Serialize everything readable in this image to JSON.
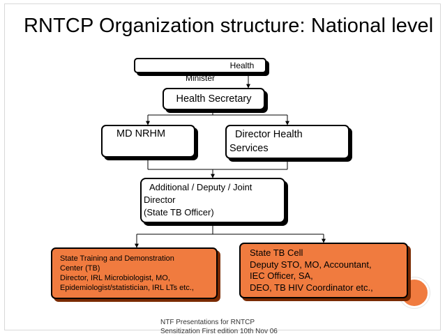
{
  "title": "RNTCP Organization structure: National level",
  "nodes": {
    "health_minister": "Health Minister",
    "health_secretary": "Health Secretary",
    "md_nrhm": "MD NRHM",
    "director_health_services": [
      "Director Health",
      "Services"
    ],
    "additional_director": [
      "Additional / Deputy / Joint",
      "Director",
      "(State TB Officer)"
    ],
    "state_training_center": [
      "State Training and Demonstration",
      "Center (TB)",
      "Director, IRL Microbiologist, MO,",
      "Epidemiologist/statistician, IRL LTs etc.,"
    ],
    "state_tb_cell": [
      "State TB Cell",
      "Deputy STO, MO, Accountant,",
      "IEC Officer, SA,",
      "DEO, TB HIV Coordinator etc.,"
    ]
  },
  "footer": [
    "NTF Presentations for RNTCP",
    "Sensitization First edition 10th Nov 06"
  ],
  "colors": {
    "orange": "#f07b3f",
    "border": "#000000"
  }
}
